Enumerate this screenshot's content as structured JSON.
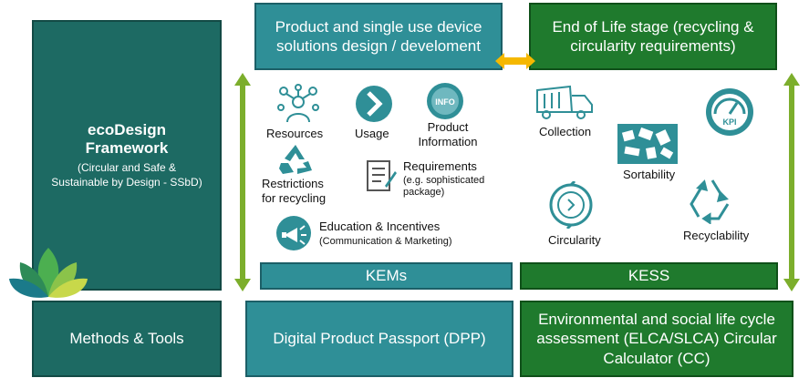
{
  "framework": {
    "title": "ecoDesign Framework",
    "subtitle": "(Circular and Safe & Sustainable by Design - SSbD)"
  },
  "methods": {
    "label": "Methods & Tools"
  },
  "product_design": {
    "label": "Product and single use device solutions design / develoment"
  },
  "end_of_life": {
    "label": "End of Life stage (recycling & circularity requirements)"
  },
  "kems": {
    "label": "KEMs"
  },
  "kess": {
    "label": "KESS"
  },
  "dpp": {
    "label": "Digital Product Passport (DPP)"
  },
  "lca": {
    "label": "Environmental and social life cycle assessment (ELCA/SLCA) Circular Calculator (CC)"
  },
  "left_items": {
    "resources": "Resources",
    "usage": "Usage",
    "product_info": "Product Information",
    "info_badge": "INFO",
    "restrictions": "Restrictions for recycling",
    "requirements": "Requirements",
    "requirements_sub": "(e.g. sophisticated package)",
    "education": "Education & Incentives",
    "education_sub": "(Communication & Marketing)"
  },
  "right_items": {
    "collection": "Collection",
    "kpi_badge": "KPI",
    "sortability": "Sortability",
    "circularity": "Circularity",
    "recyclability": "Recyclability"
  },
  "colors": {
    "teal": "#2f8f97",
    "dark_teal": "#1d6a63",
    "green": "#1f7a2d",
    "arrow_green": "#7cae2c",
    "arrow_orange": "#f5b800",
    "icon_teal": "#2f8f97"
  }
}
